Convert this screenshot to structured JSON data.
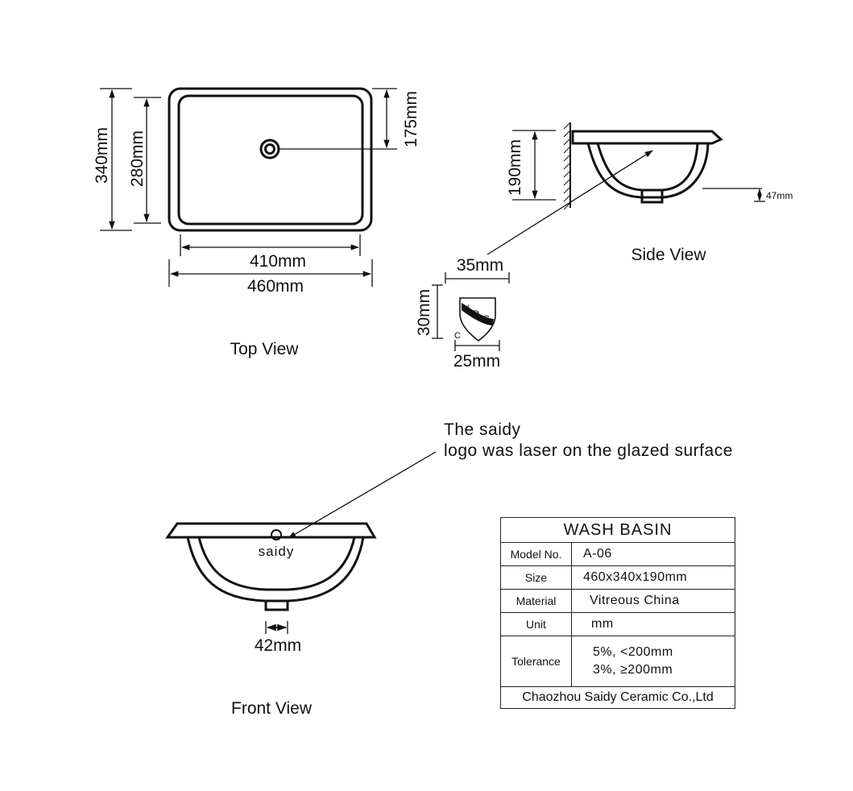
{
  "top_view": {
    "label": "Top View",
    "dim_outer_height": "340mm",
    "dim_inner_height": "280mm",
    "dim_drain_offset": "175mm",
    "dim_inner_width": "410mm",
    "dim_outer_width": "460mm"
  },
  "side_view": {
    "label": "Side View",
    "dim_height": "190mm",
    "dim_rim": "47mm",
    "dim_logo_offset": "35mm"
  },
  "upc_mark": {
    "dim_height": "30mm",
    "dim_width": "25mm",
    "letters": [
      "U",
      "P",
      "C"
    ],
    "letter_c": "C"
  },
  "front_view": {
    "label": "Front View",
    "logo_text": "saidy",
    "dim_drain": "42mm"
  },
  "annotation": {
    "line1": "The saidy",
    "line2": "logo was laser on the glazed surface"
  },
  "spec_table": {
    "title": "WASH  BASIN",
    "rows": [
      {
        "label": "Model  No.",
        "value": "A-06"
      },
      {
        "label": "Size",
        "value": "460x340x190mm"
      },
      {
        "label": "Material",
        "value": "Vitreous  China"
      },
      {
        "label": "Unit",
        "value": "mm"
      }
    ],
    "tolerance_label": "Tolerance",
    "tolerance_lines": [
      "5%, <200mm",
      "3%, ≥200mm"
    ],
    "manufacturer": "Chaozhou Saidy Ceramic Co.,Ltd"
  }
}
